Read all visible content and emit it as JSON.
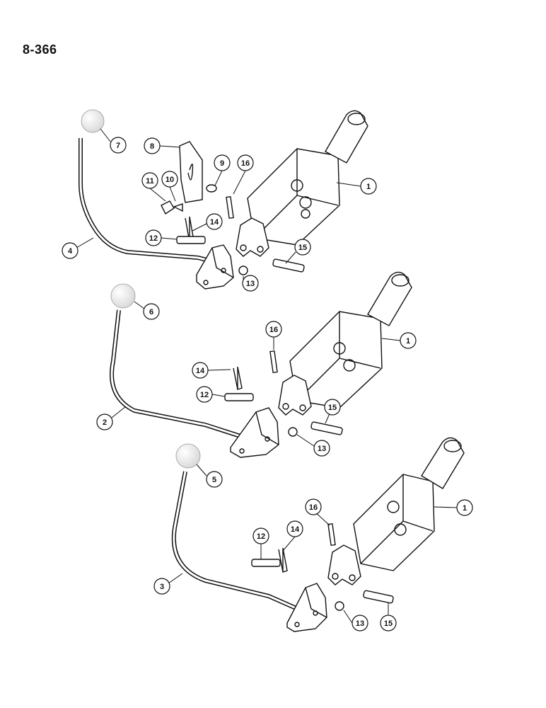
{
  "page_number": "8-366",
  "callouts": {
    "c7": "7",
    "c8": "8",
    "c9": "9",
    "c16a": "16",
    "c1a": "1",
    "c11": "11",
    "c10": "10",
    "c14a": "14",
    "c12a": "12",
    "c4": "4",
    "c15a": "15",
    "c13a": "13",
    "c6": "6",
    "c16b": "16",
    "c1b": "1",
    "c14b": "14",
    "c12b": "12",
    "c2": "2",
    "c15b": "15",
    "c13b": "13",
    "c5": "5",
    "c1c": "1",
    "c16c": "16",
    "c14c": "14",
    "c12c": "12",
    "c3": "3",
    "c13c": "13",
    "c15c": "15"
  }
}
